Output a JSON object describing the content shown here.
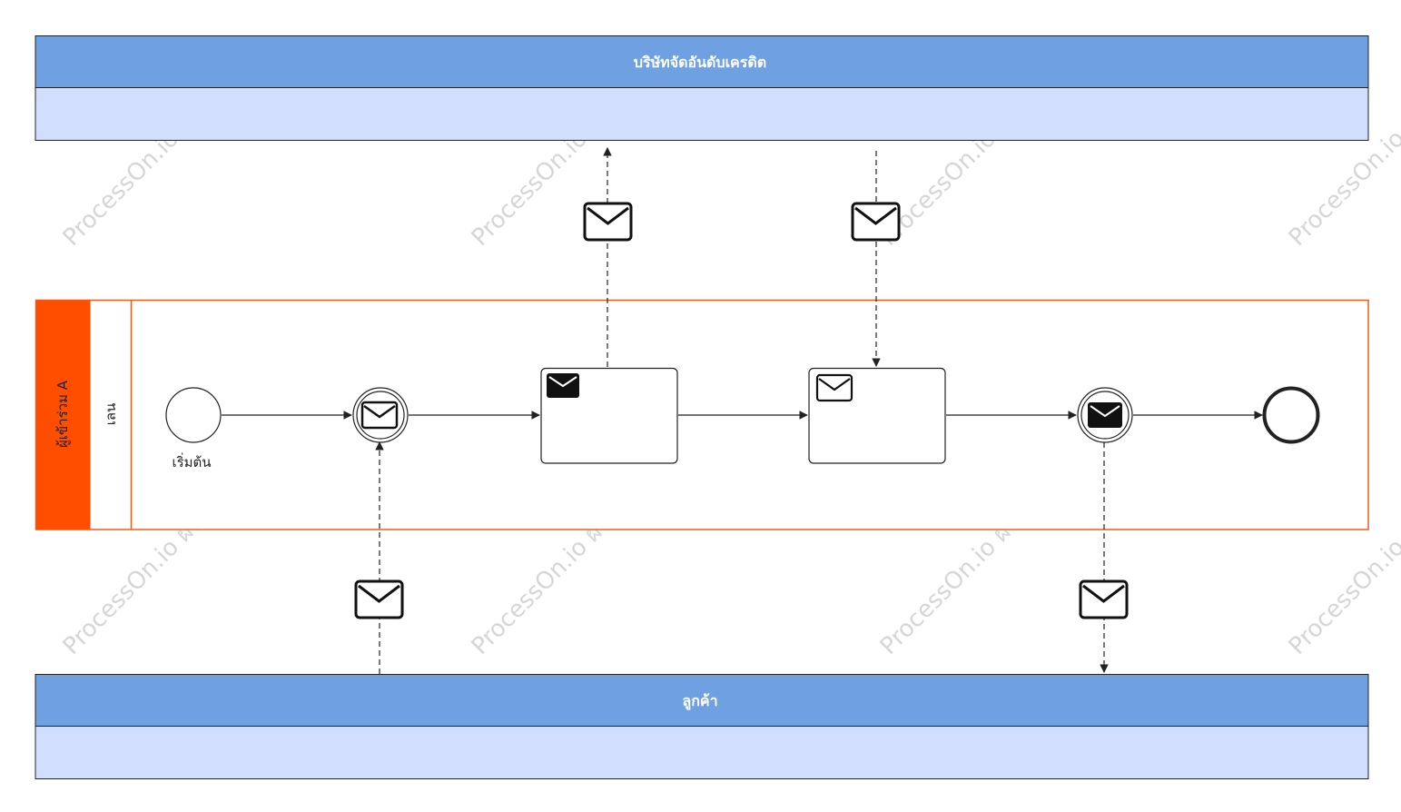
{
  "colors": {
    "pool_header": "#6fa0e2",
    "pool_body": "#d2defd",
    "participant_band": "#ff4e00",
    "participant_border": "#f25a1b",
    "stroke": "#222222",
    "watermark": "#d6d6d6"
  },
  "pools": {
    "top": {
      "title": "บริษัทจัดอันดับเครดิต"
    },
    "bottom": {
      "title": "ลูกค้า"
    }
  },
  "participant": {
    "name": "ผู้เข้าร่วม A",
    "lane": "เลน"
  },
  "events": {
    "start": {
      "label": "เริ่มต้น"
    },
    "message_catch": {
      "icon": "envelope-outline-icon"
    },
    "message_throw": {
      "icon": "envelope-filled-icon"
    },
    "end": {
      "icon": ""
    }
  },
  "tasks": {
    "send_task": {
      "icon": "envelope-filled-icon"
    },
    "receive_task": {
      "icon": "envelope-outline-icon"
    }
  },
  "messages": {
    "icon": "envelope-outline-icon"
  },
  "watermark": {
    "text1": "ProcessOn.io",
    "text2": "ProcessOn.io ผังงานฟรี"
  }
}
